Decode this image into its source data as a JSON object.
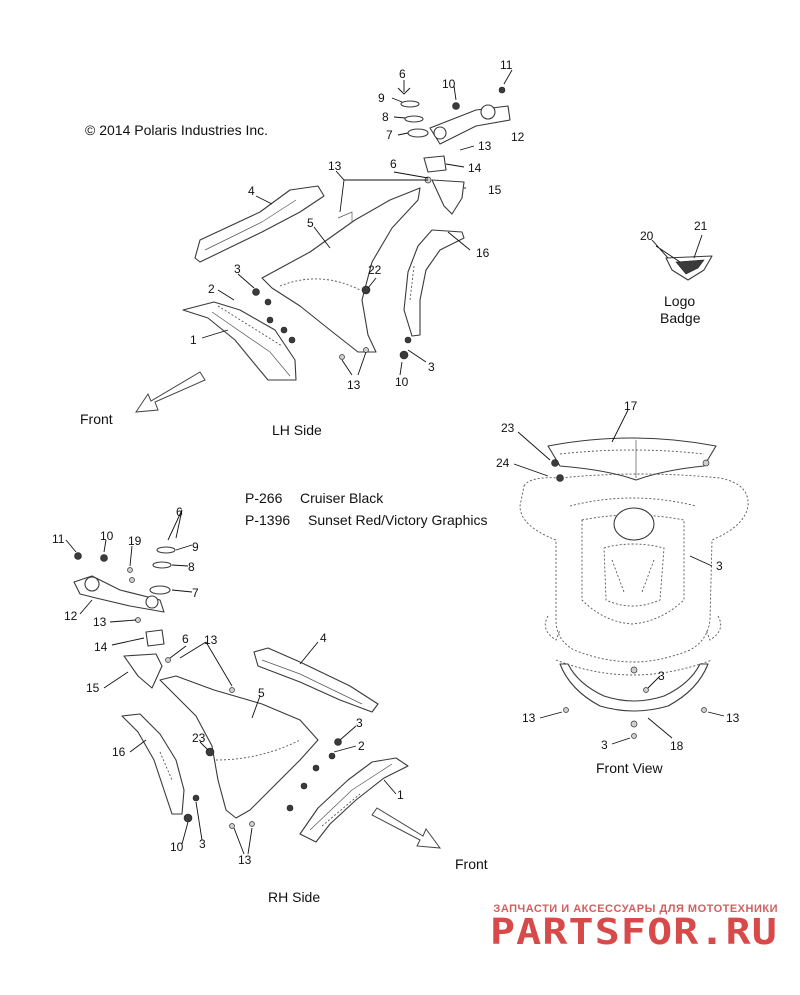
{
  "copyright": "© 2014 Polaris Industries Inc.",
  "views": {
    "lh": "LH Side",
    "rh": "RH Side",
    "front": "Front View"
  },
  "front_arrow_label": "Front",
  "logo_badge": {
    "line1": "Logo",
    "line2": "Badge"
  },
  "part_numbers": [
    {
      "number": "P-266",
      "description": "Cruiser Black"
    },
    {
      "number": "P-1396",
      "description": "Sunset Red/Victory Graphics"
    }
  ],
  "callouts": {
    "lh": [
      "11",
      "6",
      "9",
      "10",
      "8",
      "12",
      "7",
      "13",
      "6",
      "14",
      "13",
      "15",
      "4",
      "5",
      "16",
      "22",
      "3",
      "2",
      "1",
      "3",
      "10",
      "13"
    ],
    "badge": [
      "20",
      "21"
    ],
    "front": [
      "17",
      "23",
      "24",
      "3",
      "3",
      "13",
      "13",
      "3",
      "18"
    ],
    "rh": [
      "11",
      "10",
      "19",
      "6",
      "9",
      "8",
      "7",
      "12",
      "13",
      "14",
      "6",
      "13",
      "15",
      "4",
      "5",
      "16",
      "23",
      "3",
      "2",
      "1",
      "10",
      "3",
      "13"
    ]
  },
  "watermark": {
    "tagline": "ЗАПЧАСТИ И АКСЕССУАРЫ ДЛЯ МОТОТЕХНИКИ",
    "logo": "PARTSFOR.RU"
  },
  "colors": {
    "line": "#3a3a3a",
    "watermark": "#d84a4a"
  }
}
